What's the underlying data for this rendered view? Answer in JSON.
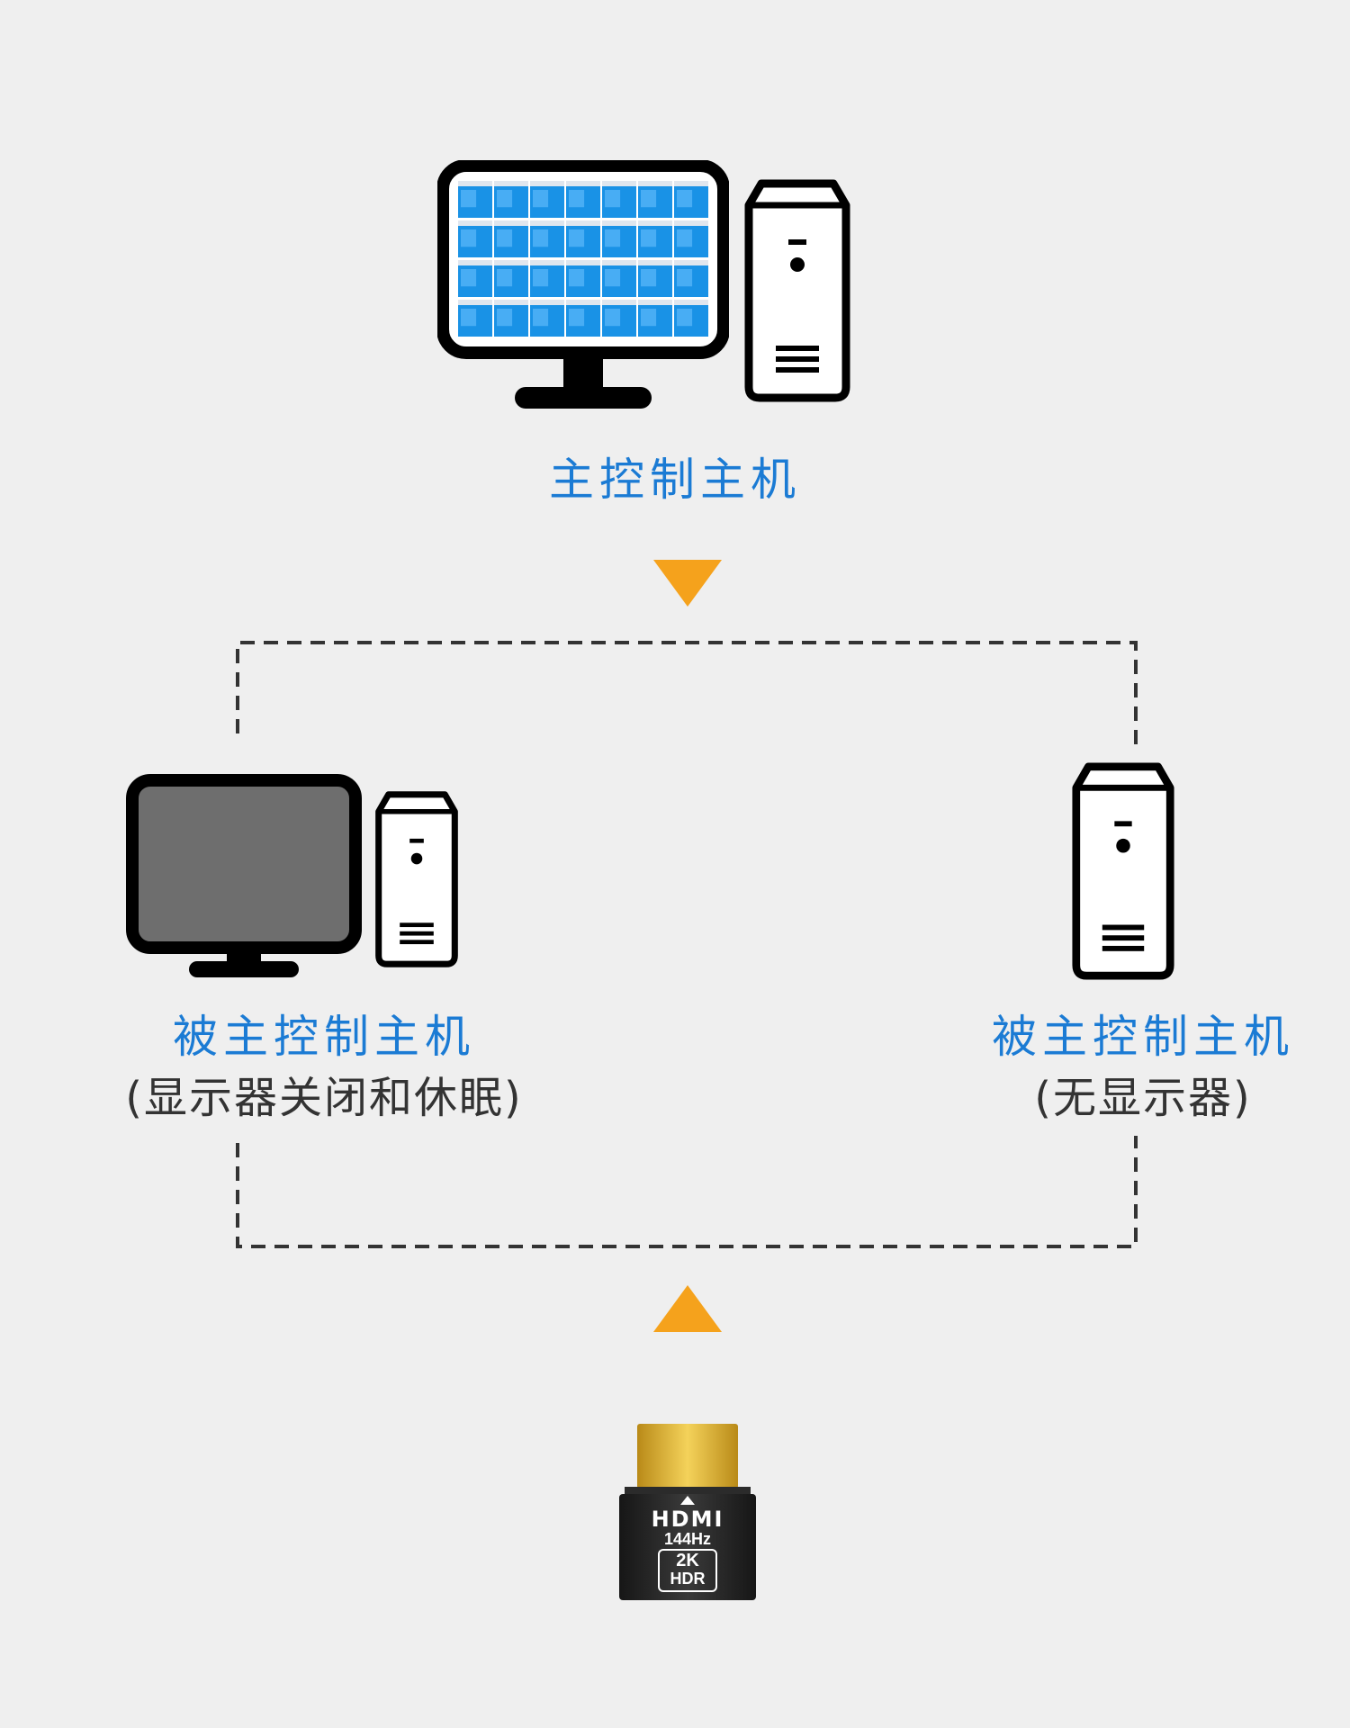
{
  "master": {
    "label": "主控制主机"
  },
  "slave_left": {
    "label": "被主控制主机",
    "note": "(显示器关闭和休眠)"
  },
  "slave_right": {
    "label": "被主控制主机",
    "note": "(无显示器)"
  },
  "adapter": {
    "brand": "HDMI",
    "rate": "144Hz",
    "res": "2K",
    "hdr": "HDR"
  },
  "colors": {
    "accent": "#1b7bd4",
    "arrow": "#f5a21c",
    "background": "#efefef",
    "tile": "#1992e6",
    "monitor_off": "#6e6e6e",
    "gold": "#e1b52c"
  }
}
